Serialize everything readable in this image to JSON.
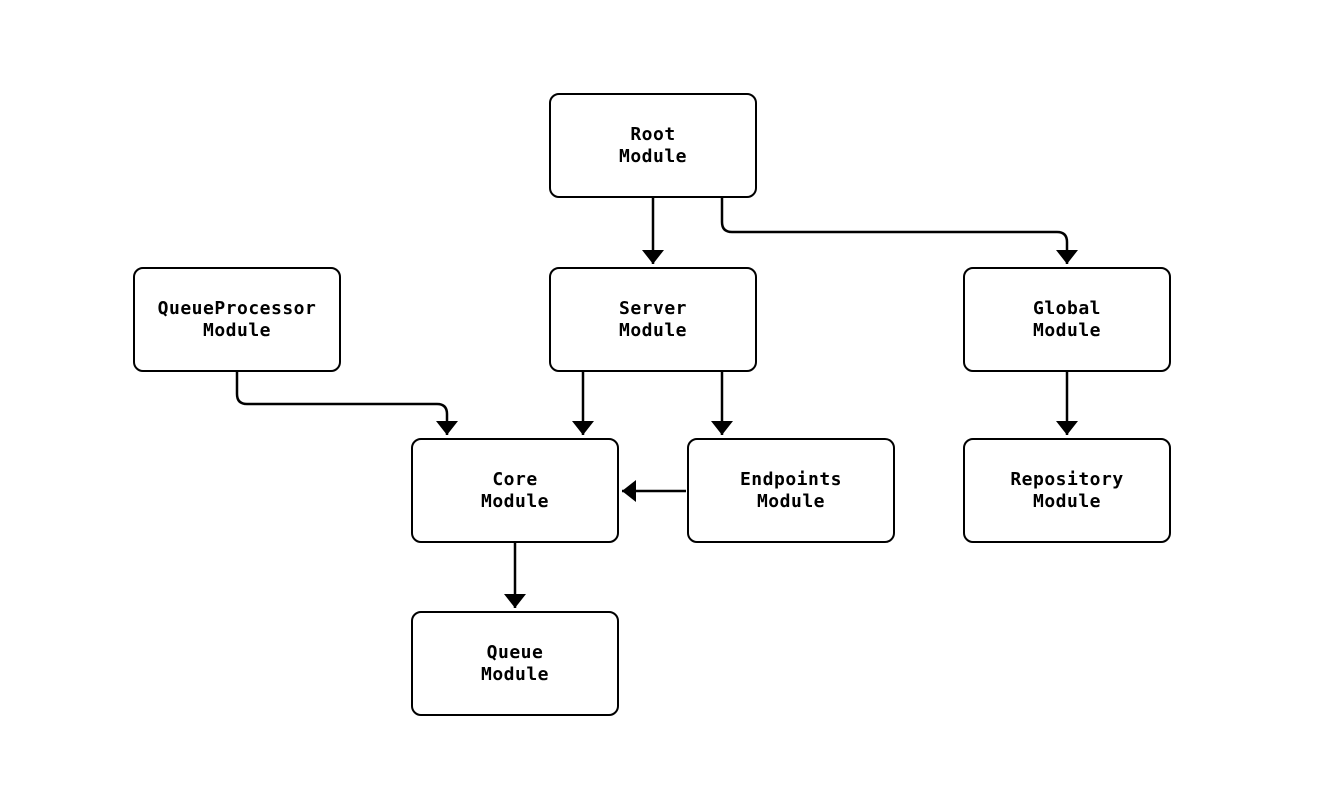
{
  "diagram": {
    "type": "flowchart",
    "background_color": "#ffffff",
    "node_fill_color": "#ffffff",
    "node_border_color": "#000000",
    "text_color": "#000000",
    "arrow_color": "#000000",
    "nodes": {
      "root": {
        "label": "Root\nModule"
      },
      "queueprocessor": {
        "label": "QueueProcessor\nModule"
      },
      "server": {
        "label": "Server\nModule"
      },
      "global": {
        "label": "Global\nModule"
      },
      "core": {
        "label": "Core\nModule"
      },
      "endpoints": {
        "label": "Endpoints\nModule"
      },
      "repository": {
        "label": "Repository\nModule"
      },
      "queue": {
        "label": "Queue\nModule"
      }
    },
    "edges": [
      {
        "from": "Root Module",
        "to": "Server Module"
      },
      {
        "from": "Root Module",
        "to": "Global Module"
      },
      {
        "from": "QueueProcessor Module",
        "to": "Core Module"
      },
      {
        "from": "Server Module",
        "to": "Core Module"
      },
      {
        "from": "Server Module",
        "to": "Endpoints Module"
      },
      {
        "from": "Endpoints Module",
        "to": "Core Module"
      },
      {
        "from": "Global Module",
        "to": "Repository Module"
      },
      {
        "from": "Core Module",
        "to": "Queue Module"
      }
    ]
  }
}
